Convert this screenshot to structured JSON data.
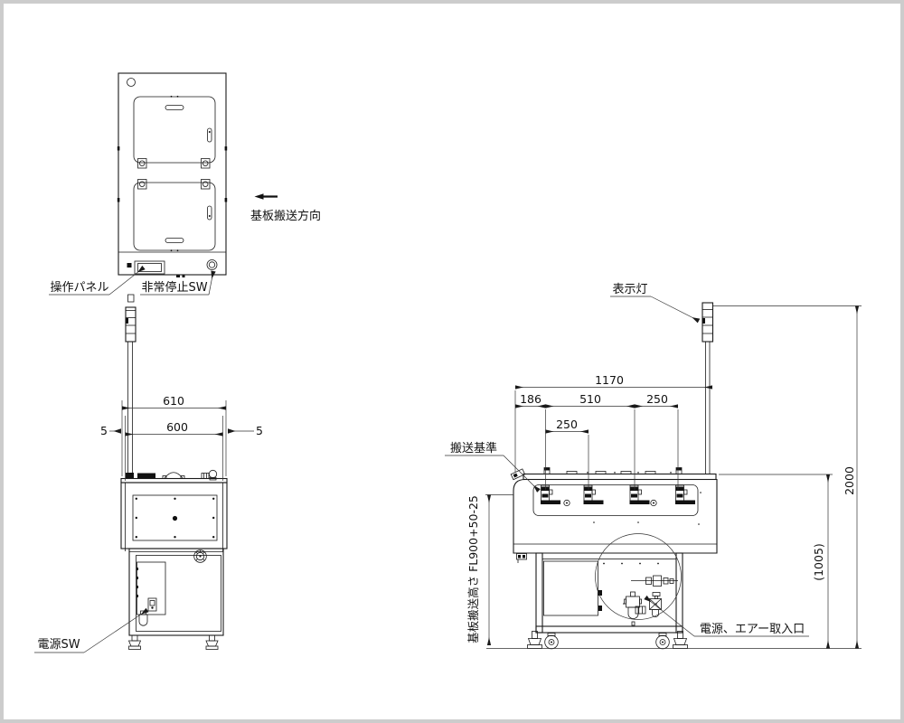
{
  "drawing": {
    "colors": {
      "line": "#1a1a1a",
      "background": "#ffffff",
      "frame": "#cccccc"
    },
    "top_view": {
      "labels": {
        "operation_panel": "操作パネル",
        "emergency_stop": "非常停止SW"
      }
    },
    "transport_direction": {
      "label": "基板搬送方向"
    },
    "side_view": {
      "dims": {
        "overall_width": "610",
        "inner_width": "600",
        "gap_left": "5",
        "gap_right": "5"
      },
      "labels": {
        "power_switch": "電源SW"
      }
    },
    "front_view": {
      "dims": {
        "overall_width": "1170",
        "segment_a": "186",
        "segment_b": "510",
        "segment_c": "250",
        "pitch": "250",
        "overall_height": "2000",
        "base_height": "(1005)",
        "transport_height": "基板搬送高さ FL900+50-25"
      },
      "labels": {
        "indicator_light": "表示灯",
        "transport_reference": "搬送基準",
        "power_air_inlet": "電源、エアー取入口"
      }
    }
  }
}
